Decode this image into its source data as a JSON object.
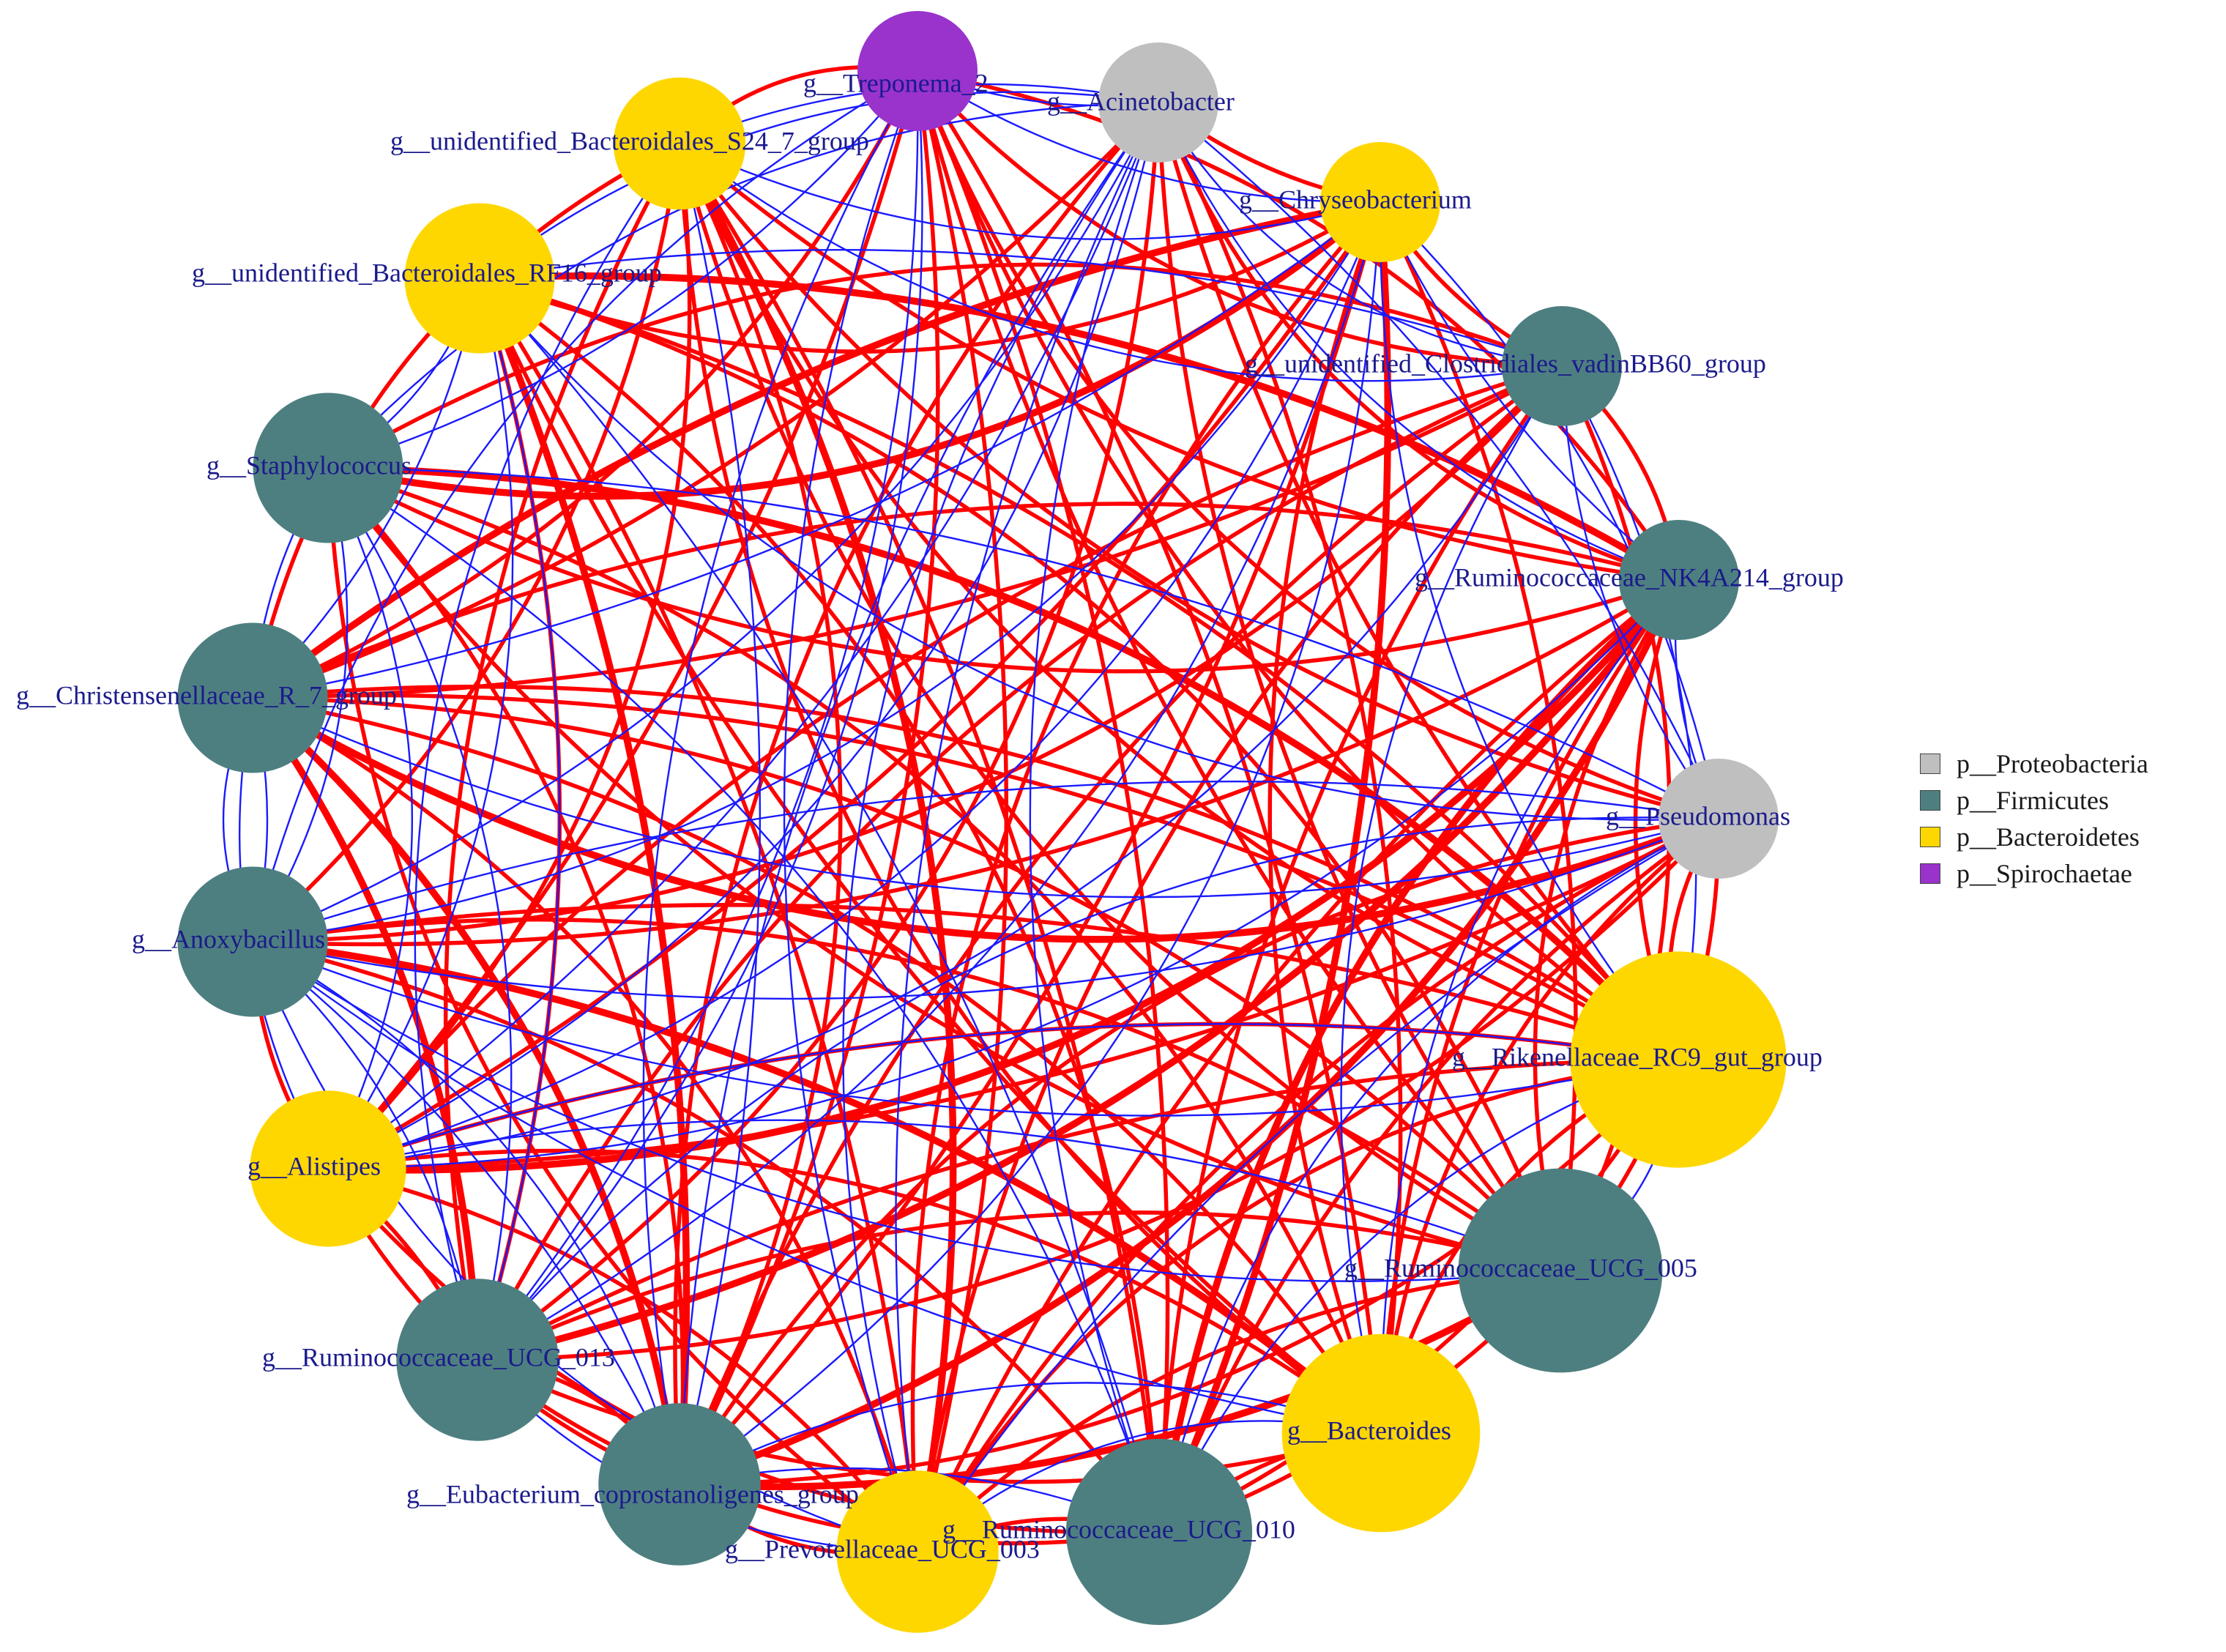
{
  "colors": {
    "positive_edge": "#ff0000",
    "negative_edge": "#1a1aff",
    "label": "#1a1a8c"
  },
  "legend": [
    {
      "phylum": "p__Proteobacteria",
      "color": "#bfbfbf"
    },
    {
      "phylum": "p__Firmicutes",
      "color": "#4e7f80"
    },
    {
      "phylum": "p__Bacteroidetes",
      "color": "#ffd700"
    },
    {
      "phylum": "p__Spirochaetae",
      "color": "#9933cc"
    }
  ],
  "nodes": [
    {
      "id": "treponema",
      "label": "g__Treponema_2",
      "phylum": "p__Spirochaetae",
      "size": 1
    },
    {
      "id": "acinetobacter",
      "label": "g__Acinetobacter",
      "phylum": "p__Proteobacteria",
      "size": 1
    },
    {
      "id": "chryseobacterium",
      "label": "g__Chryseobacterium",
      "phylum": "p__Bacteroidetes",
      "size": 1
    },
    {
      "id": "vadinbb60",
      "label": "g__unidentified_Clostridiales_vadinBB60_group",
      "phylum": "p__Firmicutes",
      "size": 1
    },
    {
      "id": "nk4a214",
      "label": "g__Ruminococcaceae_NK4A214_group",
      "phylum": "p__Firmicutes",
      "size": 1
    },
    {
      "id": "pseudomonas",
      "label": "g__Pseudomonas",
      "phylum": "p__Proteobacteria",
      "size": 1
    },
    {
      "id": "rc9",
      "label": "g__Rikenellaceae_RC9_gut_group",
      "phylum": "p__Bacteroidetes",
      "size": 1.8
    },
    {
      "id": "ucg005",
      "label": "g__Ruminococcaceae_UCG_005",
      "phylum": "p__Firmicutes",
      "size": 1.7
    },
    {
      "id": "bacteroides",
      "label": "g__Bacteroides",
      "phylum": "p__Bacteroidetes",
      "size": 1.65
    },
    {
      "id": "ucg010",
      "label": "g__Ruminococcaceae_UCG_010",
      "phylum": "p__Firmicutes",
      "size": 1.55
    },
    {
      "id": "prevotellaceae",
      "label": "g__Prevotellaceae_UCG_003",
      "phylum": "p__Bacteroidetes",
      "size": 1.35
    },
    {
      "id": "eubacterium",
      "label": "g__Eubacterium_coprostanoligenes_group",
      "phylum": "p__Firmicutes",
      "size": 1.35
    },
    {
      "id": "ucg013",
      "label": "g__Ruminococcaceae_UCG_013",
      "phylum": "p__Firmicutes",
      "size": 1.35
    },
    {
      "id": "alistipes",
      "label": "g__Alistipes",
      "phylum": "p__Bacteroidetes",
      "size": 1.3
    },
    {
      "id": "anoxybacillus",
      "label": "g__Anoxybacillus",
      "phylum": "p__Firmicutes",
      "size": 1.25
    },
    {
      "id": "christensenellaceae",
      "label": "g__Christensenellaceae_R_7_group",
      "phylum": "p__Firmicutes",
      "size": 1.25
    },
    {
      "id": "staphylococcus",
      "label": "g__Staphylococcus",
      "phylum": "p__Firmicutes",
      "size": 1.25
    },
    {
      "id": "rf16",
      "label": "g__unidentified_Bacteroidales_RF16_group",
      "phylum": "p__Bacteroidetes",
      "size": 1.25
    },
    {
      "id": "s24_7",
      "label": "g__unidentified_Bacteroidales_S24_7_group",
      "phylum": "p__Bacteroidetes",
      "size": 1.1
    }
  ],
  "edges": [
    [
      "christensenellaceae",
      "chryseobacterium",
      "positive",
      3
    ],
    [
      "christensenellaceae",
      "ucg013",
      "positive",
      3
    ],
    [
      "christensenellaceae",
      "eubacterium",
      "positive",
      3
    ],
    [
      "staphylococcus",
      "rc9",
      "positive",
      3
    ],
    [
      "staphylococcus",
      "chryseobacterium",
      "positive",
      3
    ],
    [
      "rf16",
      "eubacterium",
      "positive",
      3
    ],
    [
      "rf16",
      "nk4a214",
      "positive",
      3
    ],
    [
      "s24_7",
      "prevotellaceae",
      "positive",
      3
    ],
    [
      "s24_7",
      "rc9",
      "positive",
      2
    ],
    [
      "alistipes",
      "nk4a214",
      "positive",
      3
    ],
    [
      "alistipes",
      "rc9",
      "positive",
      2
    ],
    [
      "anoxybacillus",
      "bacteroides",
      "positive",
      3
    ],
    [
      "ucg013",
      "nk4a214",
      "positive",
      3
    ],
    [
      "treponema",
      "vadinbb60",
      "positive",
      2
    ],
    [
      "acinetobacter",
      "nk4a214",
      "positive",
      2
    ],
    [
      "chryseobacterium",
      "ucg010",
      "positive",
      3
    ],
    [
      "vadinbb60",
      "ucg010",
      "positive",
      2
    ],
    [
      "nk4a214",
      "ucg010",
      "positive",
      3
    ],
    [
      "nk4a214",
      "eubacterium",
      "positive",
      3
    ],
    [
      "pseudomonas",
      "christensenellaceae",
      "positive",
      3
    ],
    [
      "rc9",
      "ucg013",
      "positive",
      2
    ],
    [
      "ucg005",
      "eubacterium",
      "positive",
      3
    ],
    [
      "ucg005",
      "prevotellaceae",
      "positive",
      2
    ],
    [
      "bacteroides",
      "alistipes",
      "positive",
      2
    ],
    [
      "ucg010",
      "alistipes",
      "positive",
      2
    ],
    [
      "prevotellaceae",
      "rf16",
      "positive",
      2
    ],
    [
      "eubacterium",
      "treponema",
      "positive",
      2
    ],
    [
      "ucg013",
      "s24_7",
      "positive",
      2
    ],
    [
      "s24_7",
      "ucg005",
      "positive",
      2
    ],
    [
      "s24_7",
      "bacteroides",
      "positive",
      2
    ],
    [
      "treponema",
      "ucg010",
      "positive",
      2
    ],
    [
      "treponema",
      "rc9",
      "positive",
      2
    ],
    [
      "treponema",
      "christensenellaceae",
      "positive",
      2
    ],
    [
      "acinetobacter",
      "eubacterium",
      "positive",
      2
    ],
    [
      "acinetobacter",
      "ucg013",
      "positive",
      2
    ],
    [
      "chryseobacterium",
      "alistipes",
      "positive",
      2
    ],
    [
      "chryseobacterium",
      "ucg005",
      "positive",
      2
    ],
    [
      "vadinbb60",
      "prevotellaceae",
      "positive",
      2
    ],
    [
      "vadinbb60",
      "anoxybacillus",
      "positive",
      2
    ],
    [
      "vadinbb60",
      "staphylococcus",
      "positive",
      2
    ],
    [
      "nk4a214",
      "prevotellaceae",
      "positive",
      2
    ],
    [
      "nk4a214",
      "anoxybacillus",
      "positive",
      2
    ],
    [
      "nk4a214",
      "christensenellaceae",
      "positive",
      2
    ],
    [
      "nk4a214",
      "ucg005",
      "positive",
      2
    ],
    [
      "pseudomonas",
      "eubacterium",
      "positive",
      2
    ],
    [
      "pseudomonas",
      "alistipes",
      "positive",
      2
    ],
    [
      "pseudomonas",
      "ucg010",
      "positive",
      2
    ],
    [
      "rc9",
      "christensenellaceae",
      "positive",
      2
    ],
    [
      "rc9",
      "eubacterium",
      "positive",
      2
    ],
    [
      "rc9",
      "prevotellaceae",
      "positive",
      2
    ],
    [
      "rc9",
      "anoxybacillus",
      "positive",
      2
    ],
    [
      "rc9",
      "rf16",
      "positive",
      2
    ],
    [
      "ucg005",
      "ucg013",
      "positive",
      2
    ],
    [
      "ucg005",
      "christensenellaceae",
      "positive",
      2
    ],
    [
      "ucg005",
      "rf16",
      "positive",
      2
    ],
    [
      "ucg005",
      "treponema",
      "positive",
      2
    ],
    [
      "ucg005",
      "acinetobacter",
      "positive",
      2
    ],
    [
      "bacteroides",
      "ucg013",
      "positive",
      2
    ],
    [
      "bacteroides",
      "christensenellaceae",
      "positive",
      2
    ],
    [
      "bacteroides",
      "staphylococcus",
      "positive",
      2
    ],
    [
      "bacteroides",
      "treponema",
      "positive",
      2
    ],
    [
      "bacteroides",
      "nk4a214",
      "positive",
      2
    ],
    [
      "ucg010",
      "anoxybacillus",
      "positive",
      2
    ],
    [
      "ucg010",
      "ucg013",
      "positive",
      2
    ],
    [
      "ucg010",
      "rf16",
      "positive",
      2
    ],
    [
      "ucg010",
      "s24_7",
      "positive",
      2
    ],
    [
      "ucg010",
      "rc9",
      "positive",
      2
    ],
    [
      "prevotellaceae",
      "alistipes",
      "positive",
      2
    ],
    [
      "prevotellaceae",
      "christensenellaceae",
      "positive",
      2
    ],
    [
      "prevotellaceae",
      "staphylococcus",
      "positive",
      2
    ],
    [
      "prevotellaceae",
      "treponema",
      "positive",
      2
    ],
    [
      "prevotellaceae",
      "pseudomonas",
      "positive",
      2
    ],
    [
      "eubacterium",
      "alistipes",
      "positive",
      2
    ],
    [
      "eubacterium",
      "staphylococcus",
      "positive",
      2
    ],
    [
      "eubacterium",
      "s24_7",
      "positive",
      2
    ],
    [
      "eubacterium",
      "chryseobacterium",
      "positive",
      2
    ],
    [
      "ucg013",
      "rf16",
      "positive",
      2
    ],
    [
      "ucg013",
      "vadinbb60",
      "positive",
      2
    ],
    [
      "ucg013",
      "pseudomonas",
      "positive",
      2
    ],
    [
      "alistipes",
      "s24_7",
      "positive",
      2
    ],
    [
      "alistipes",
      "treponema",
      "positive",
      2
    ],
    [
      "alistipes",
      "vadinbb60",
      "positive",
      2
    ],
    [
      "anoxybacillus",
      "s24_7",
      "positive",
      2
    ],
    [
      "anoxybacillus",
      "ucg005",
      "positive",
      2
    ],
    [
      "christensenellaceae",
      "s24_7",
      "positive",
      2
    ],
    [
      "christensenellaceae",
      "acinetobacter",
      "positive",
      2
    ],
    [
      "christensenellaceae",
      "rc9",
      "positive",
      2
    ],
    [
      "staphylococcus",
      "ucg005",
      "positive",
      2
    ],
    [
      "staphylococcus",
      "nk4a214",
      "positive",
      2
    ],
    [
      "rf16",
      "chryseobacterium",
      "positive",
      2
    ],
    [
      "rf16",
      "bacteroides",
      "positive",
      2
    ],
    [
      "s24_7",
      "nk4a214",
      "positive",
      2
    ],
    [
      "s24_7",
      "pseudomonas",
      "positive",
      2
    ],
    [
      "treponema",
      "nk4a214",
      "positive",
      2
    ],
    [
      "treponema",
      "pseudomonas",
      "positive",
      2
    ],
    [
      "acinetobacter",
      "rc9",
      "positive",
      2
    ],
    [
      "acinetobacter",
      "bacteroides",
      "positive",
      2
    ],
    [
      "chryseobacterium",
      "bacteroides",
      "positive",
      2
    ],
    [
      "chryseobacterium",
      "prevotellaceae",
      "positive",
      2
    ],
    [
      "vadinbb60",
      "ucg005",
      "positive",
      2
    ],
    [
      "vadinbb60",
      "christensenellaceae",
      "positive",
      2
    ],
    [
      "vadinbb60",
      "eubacterium",
      "positive",
      2
    ],
    [
      "pseudomonas",
      "ucg005",
      "positive",
      2
    ],
    [
      "pseudomonas",
      "bacteroides",
      "positive",
      2
    ],
    [
      "rc9",
      "bacteroides",
      "positive",
      2
    ],
    [
      "ucg005",
      "ucg010",
      "positive",
      2
    ],
    [
      "bacteroides",
      "ucg010",
      "positive",
      2
    ],
    [
      "ucg010",
      "prevotellaceae",
      "positive",
      2
    ],
    [
      "prevotellaceae",
      "eubacterium",
      "positive",
      2
    ],
    [
      "eubacterium",
      "ucg013",
      "positive",
      2
    ],
    [
      "ucg013",
      "alistipes",
      "positive",
      2
    ],
    [
      "alistipes",
      "anoxybacillus",
      "positive",
      2
    ],
    [
      "rc9",
      "nk4a214",
      "positive",
      2
    ],
    [
      "pseudomonas",
      "rc9",
      "positive",
      2
    ],
    [
      "treponema",
      "s24_7",
      "positive",
      2
    ],
    [
      "acinetobacter",
      "chryseobacterium",
      "positive",
      2
    ],
    [
      "chryseobacterium",
      "vadinbb60",
      "positive",
      2
    ],
    [
      "vadinbb60",
      "nk4a214",
      "positive",
      2
    ],
    [
      "staphylococcus",
      "anoxybacillus",
      "negative",
      1
    ],
    [
      "staphylococcus",
      "alistipes",
      "negative",
      1
    ],
    [
      "staphylococcus",
      "pseudomonas",
      "negative",
      1
    ],
    [
      "staphylococcus",
      "treponema",
      "negative",
      1
    ],
    [
      "anoxybacillus",
      "acinetobacter",
      "negative",
      1
    ],
    [
      "anoxybacillus",
      "treponema",
      "negative",
      1
    ],
    [
      "anoxybacillus",
      "chryseobacterium",
      "negative",
      1
    ],
    [
      "anoxybacillus",
      "pseudomonas",
      "negative",
      1
    ],
    [
      "anoxybacillus",
      "rc9",
      "negative",
      1
    ],
    [
      "anoxybacillus",
      "ucg013",
      "negative",
      1
    ],
    [
      "anoxybacillus",
      "eubacterium",
      "negative",
      1
    ],
    [
      "anoxybacillus",
      "prevotellaceae",
      "negative",
      1
    ],
    [
      "anoxybacillus",
      "christensenellaceae",
      "negative",
      1
    ],
    [
      "alistipes",
      "acinetobacter",
      "negative",
      1
    ],
    [
      "alistipes",
      "christensenellaceae",
      "negative",
      1
    ],
    [
      "alistipes",
      "rf16",
      "negative",
      1
    ],
    [
      "alistipes",
      "chryseobacterium",
      "negative",
      1
    ],
    [
      "christensenellaceae",
      "staphylococcus",
      "negative",
      1
    ],
    [
      "christensenellaceae",
      "rf16",
      "negative",
      1
    ],
    [
      "rf16",
      "staphylococcus",
      "negative",
      1
    ],
    [
      "rf16",
      "acinetobacter",
      "negative",
      1
    ],
    [
      "rf16",
      "pseudomonas",
      "negative",
      1
    ],
    [
      "rf16",
      "ucg010",
      "negative",
      1
    ],
    [
      "s24_7",
      "acinetobacter",
      "negative",
      1
    ],
    [
      "s24_7",
      "chryseobacterium",
      "negative",
      1
    ],
    [
      "s24_7",
      "vadinbb60",
      "negative",
      1
    ],
    [
      "s24_7",
      "ucg013",
      "negative",
      1
    ],
    [
      "treponema",
      "acinetobacter",
      "negative",
      1
    ],
    [
      "treponema",
      "chryseobacterium",
      "negative",
      1
    ],
    [
      "treponema",
      "eubacterium",
      "negative",
      1
    ],
    [
      "treponema",
      "ucg013",
      "negative",
      1
    ],
    [
      "acinetobacter",
      "vadinbb60",
      "negative",
      1
    ],
    [
      "acinetobacter",
      "pseudomonas",
      "negative",
      1
    ],
    [
      "acinetobacter",
      "prevotellaceae",
      "negative",
      1
    ],
    [
      "acinetobacter",
      "ucg010",
      "negative",
      1
    ],
    [
      "acinetobacter",
      "staphylococcus",
      "negative",
      1
    ],
    [
      "acinetobacter",
      "alistipes",
      "negative",
      1
    ],
    [
      "chryseobacterium",
      "nk4a214",
      "negative",
      1
    ],
    [
      "chryseobacterium",
      "pseudomonas",
      "negative",
      1
    ],
    [
      "chryseobacterium",
      "rc9",
      "negative",
      1
    ],
    [
      "chryseobacterium",
      "ucg013",
      "negative",
      1
    ],
    [
      "chryseobacterium",
      "eubacterium",
      "negative",
      1
    ],
    [
      "chryseobacterium",
      "christensenellaceae",
      "negative",
      1
    ],
    [
      "vadinbb60",
      "pseudomonas",
      "negative",
      1
    ],
    [
      "vadinbb60",
      "rc9",
      "negative",
      1
    ],
    [
      "vadinbb60",
      "bacteroides",
      "negative",
      1
    ],
    [
      "vadinbb60",
      "alistipes",
      "negative",
      1
    ],
    [
      "vadinbb60",
      "rf16",
      "negative",
      1
    ],
    [
      "nk4a214",
      "pseudomonas",
      "negative",
      1
    ],
    [
      "nk4a214",
      "bacteroides",
      "negative",
      1
    ],
    [
      "nk4a214",
      "alistipes",
      "negative",
      1
    ],
    [
      "pseudomonas",
      "ucg013",
      "negative",
      1
    ],
    [
      "pseudomonas",
      "prevotellaceae",
      "negative",
      1
    ],
    [
      "pseudomonas",
      "anoxybacillus",
      "negative",
      1
    ],
    [
      "pseudomonas",
      "christensenellaceae",
      "negative",
      1
    ],
    [
      "rc9",
      "ucg010",
      "negative",
      1
    ],
    [
      "rc9",
      "ucg005",
      "negative",
      1
    ],
    [
      "rc9",
      "alistipes",
      "negative",
      1
    ],
    [
      "ucg005",
      "alistipes",
      "negative",
      1
    ],
    [
      "ucg005",
      "anoxybacillus",
      "negative",
      1
    ],
    [
      "bacteroides",
      "eubacterium",
      "negative",
      1
    ],
    [
      "bacteroides",
      "prevotellaceae",
      "negative",
      1
    ],
    [
      "bacteroides",
      "anoxybacillus",
      "negative",
      1
    ],
    [
      "ucg010",
      "eubacterium",
      "negative",
      1
    ],
    [
      "ucg010",
      "staphylococcus",
      "negative",
      1
    ],
    [
      "prevotellaceae",
      "ucg013",
      "negative",
      1
    ],
    [
      "prevotellaceae",
      "acinetobacter",
      "negative",
      1
    ],
    [
      "eubacterium",
      "anoxybacillus",
      "negative",
      1
    ],
    [
      "eubacterium",
      "acinetobacter",
      "negative",
      1
    ],
    [
      "ucg013",
      "treponema",
      "negative",
      1
    ],
    [
      "staphylococcus",
      "ucg013",
      "negative",
      1
    ],
    [
      "christensenellaceae",
      "anoxybacillus",
      "negative",
      1
    ],
    [
      "s24_7",
      "eubacterium",
      "negative",
      1
    ],
    [
      "rf16",
      "ucg013",
      "negative",
      1
    ],
    [
      "treponema",
      "prevotellaceae",
      "negative",
      1
    ],
    [
      "acinetobacter",
      "nk4a214",
      "negative",
      1
    ],
    [
      "pseudomonas",
      "ucg010",
      "negative",
      1
    ]
  ]
}
